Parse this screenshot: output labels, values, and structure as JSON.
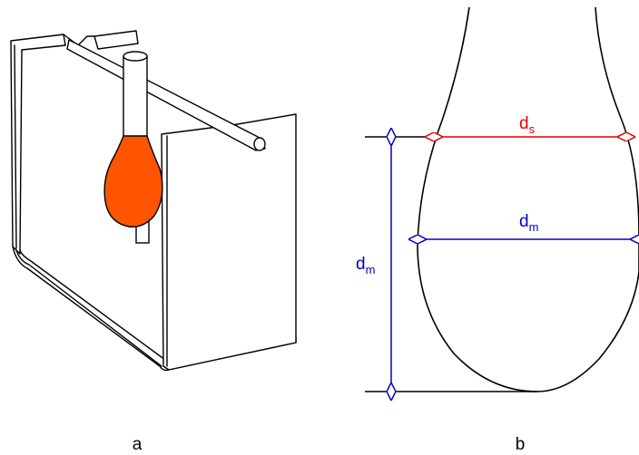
{
  "panel_a": {
    "label": "a",
    "drop_color": "#ff5500",
    "outline_color": "#000000"
  },
  "panel_b": {
    "label": "b",
    "neck_diameter": {
      "symbol": "d",
      "subscript": "s",
      "color": "#e00000"
    },
    "max_diameter": {
      "symbol": "d",
      "subscript": "m",
      "color": "#0000cc"
    },
    "drop_height": {
      "symbol": "d",
      "subscript": "m",
      "color": "#0000cc"
    },
    "outline_color": "#000000"
  }
}
